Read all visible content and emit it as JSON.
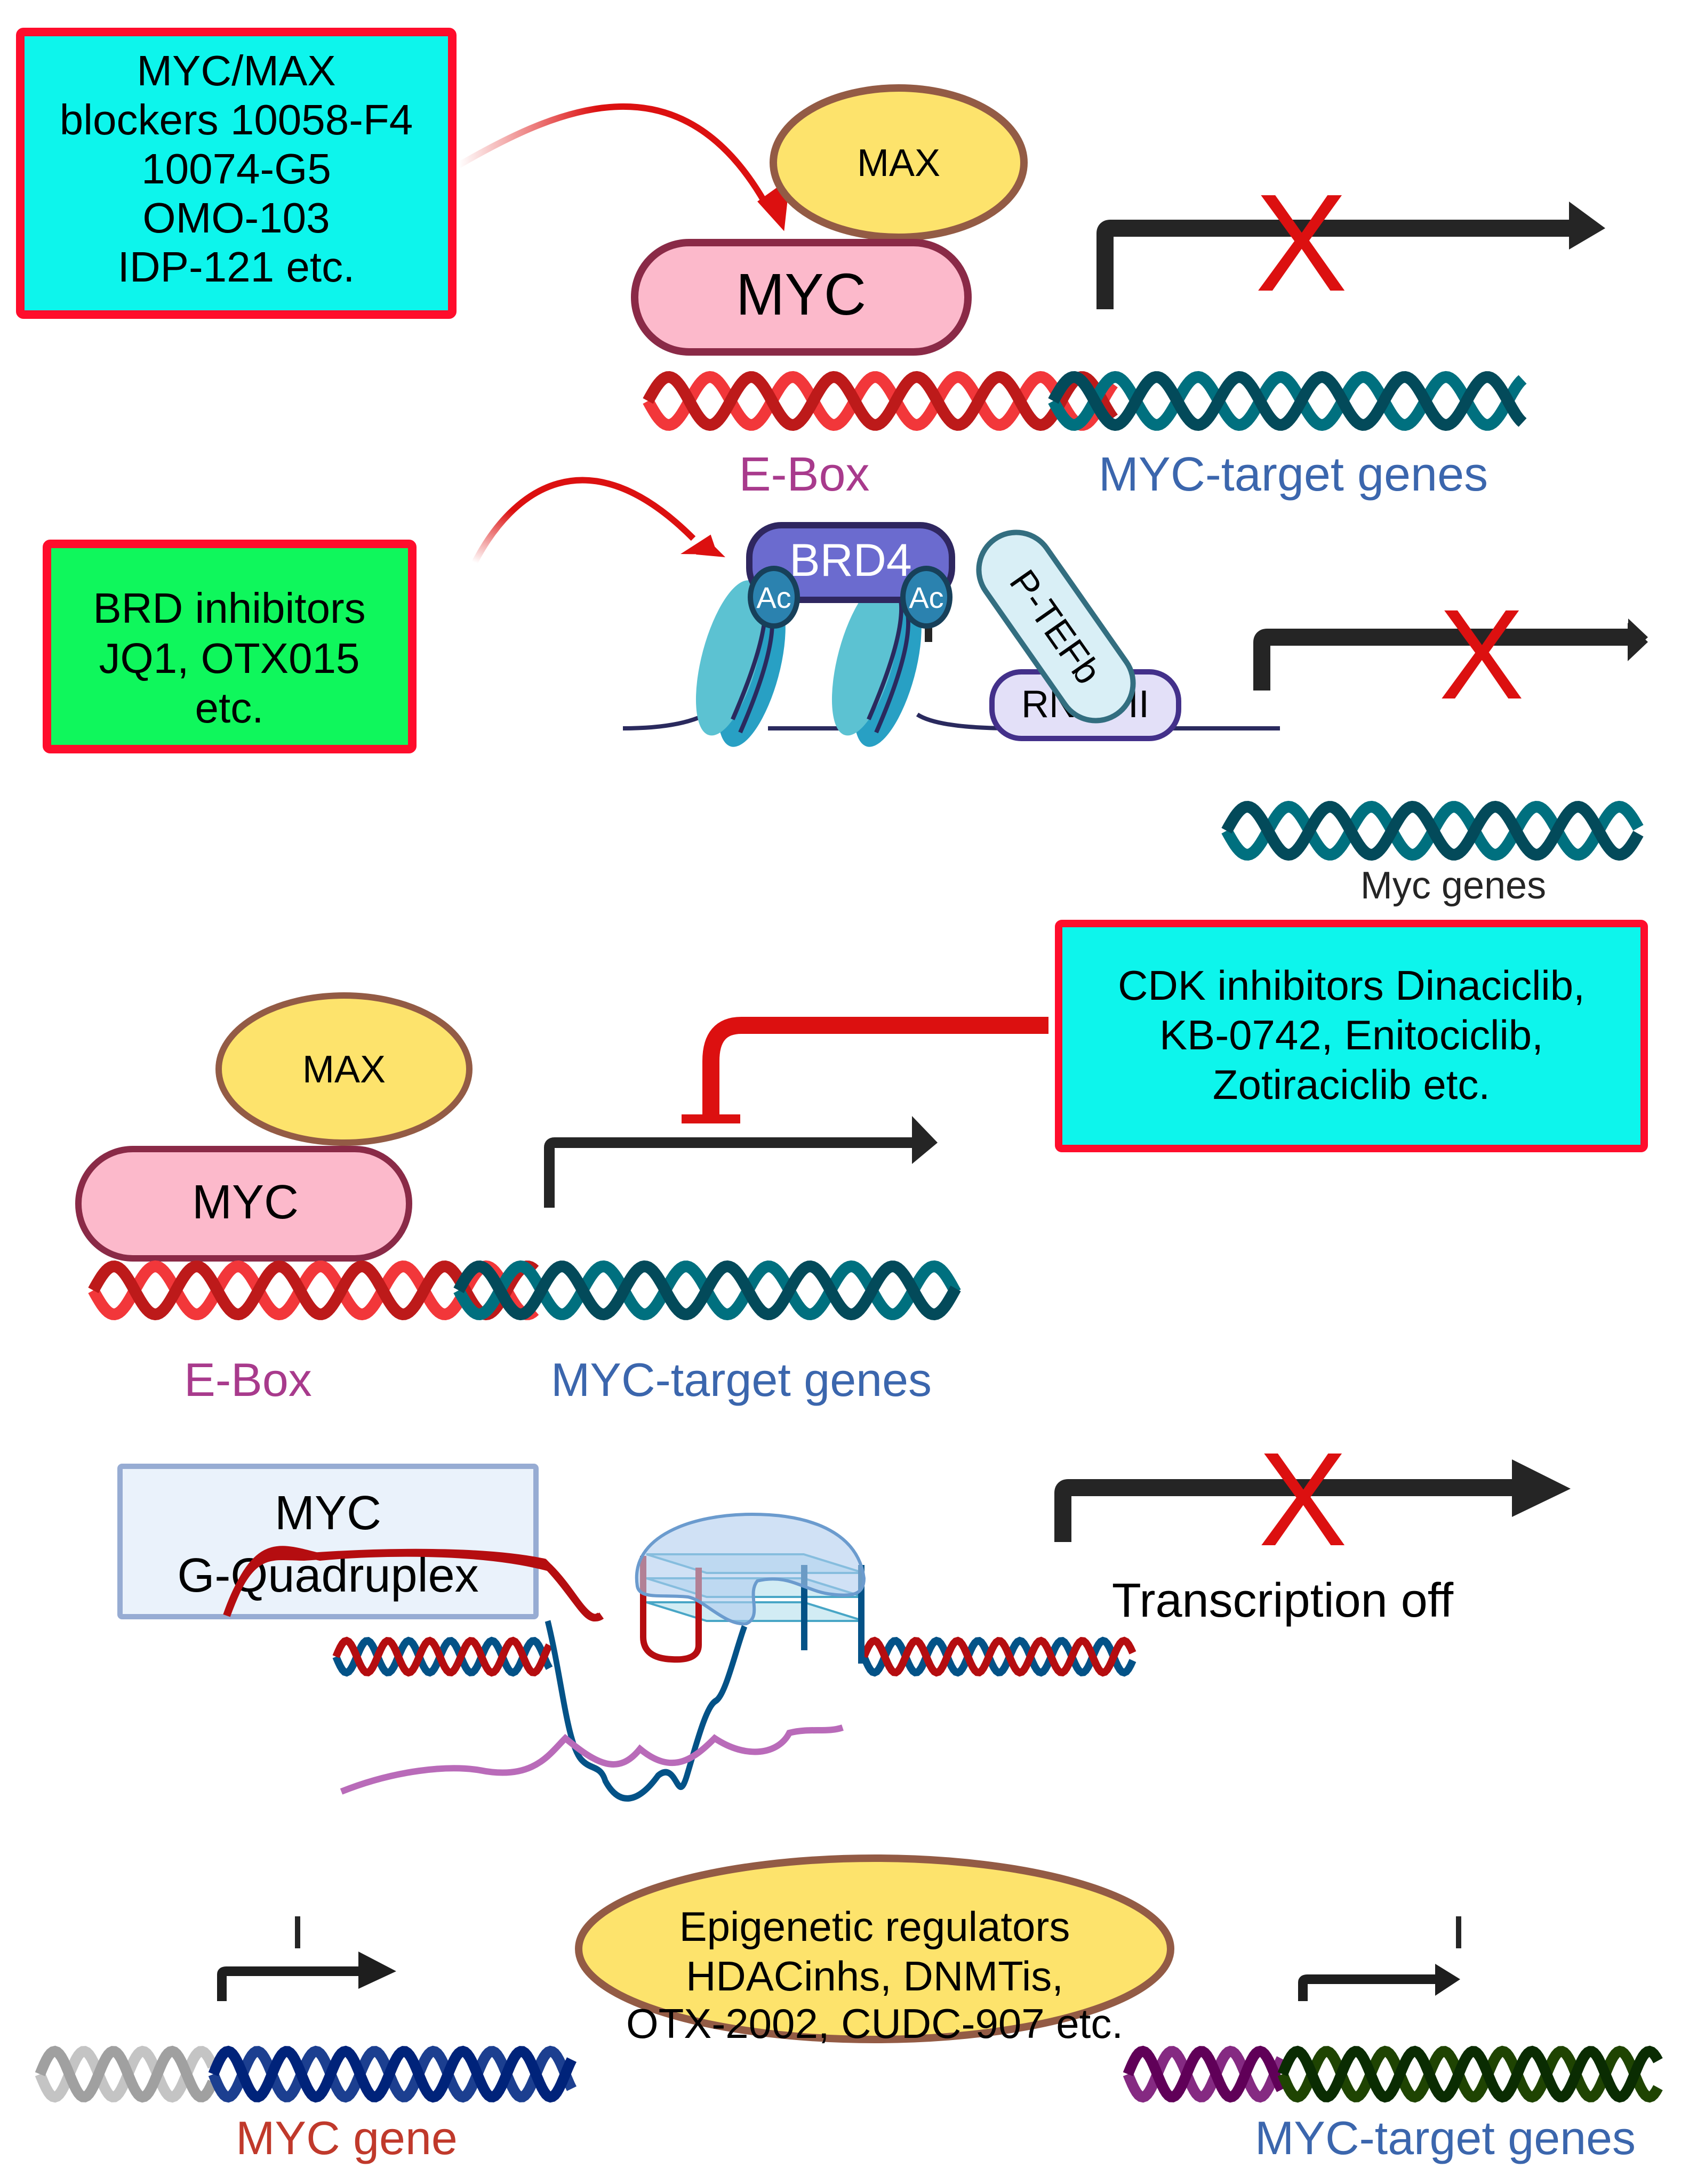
{
  "panel1": {
    "drug_box": {
      "lines": [
        "MYC/MAX",
        "blockers 10058-F4",
        "10074-G5",
        "OMO-103",
        "IDP-121 etc."
      ],
      "fill": "#0df5ec",
      "border": "#ff0d2c"
    },
    "max_label": "MAX",
    "myc_label": "MYC",
    "ebox_label": "E-Box",
    "target_label": "MYC-target genes",
    "blocked_mark": "X"
  },
  "panel2": {
    "drug_box": {
      "lines": [
        "BRD inhibitors",
        "JQ1, OTX015",
        "etc."
      ],
      "fill": "#0ff75c",
      "border": "#ff0d2c"
    },
    "brd4_label": "BRD4",
    "ac_labels": [
      "Ac",
      "Ac"
    ],
    "ptefb_label": "P-TEFb",
    "rnapii_label": "RNAPII",
    "genes_label": "Myc genes",
    "blocked_mark": "X"
  },
  "panel3": {
    "drug_box": {
      "lines": [
        "CDK inhibitors Dinaciclib,",
        "KB-0742, Enitociclib,",
        "Zotiraciclib etc."
      ],
      "fill": "#0df5ec",
      "border": "#ff0d2c"
    },
    "max_label": "MAX",
    "myc_label": "MYC",
    "ebox_label": "E-Box",
    "target_label": "MYC-target genes"
  },
  "panel4": {
    "box_lines": [
      "MYC",
      "G-Quadruplex"
    ],
    "status_label": "Transcription off",
    "blocked_mark": "X"
  },
  "panel5": {
    "oval_lines": [
      "Epigenetic regulators",
      "HDACinhs, DNMTis,",
      "OTX-2002, CUDC-907 etc."
    ],
    "myc_gene_label": "MYC gene",
    "target_label": "MYC-target genes"
  },
  "colors": {
    "inhibit_red": "#dc1010",
    "arrow_black": "#252525",
    "ebox_text": "#a83a8c",
    "target_text": "#3b66ad",
    "myc_gene_text": "#c0392b",
    "max_fill": "#fde36c",
    "max_stroke": "#935b45",
    "myc_fill": "#fcb9cb",
    "myc_stroke": "#8a2a47"
  }
}
